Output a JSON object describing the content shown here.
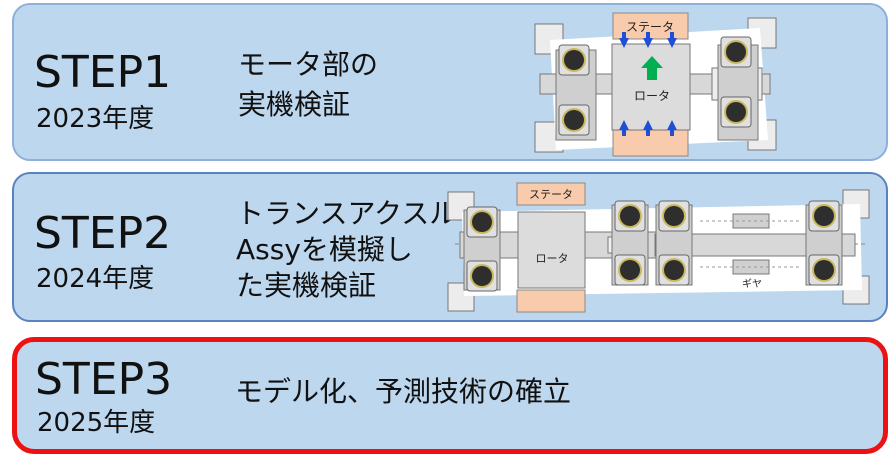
{
  "steps": [
    {
      "title": "STEP1",
      "year": "2023年度",
      "desc_lines": [
        "モータ部の",
        "実機検証"
      ],
      "diagram": {
        "stator_label": "ステータ",
        "rotor_label": "ロータ"
      }
    },
    {
      "title": "STEP2",
      "year": "2024年度",
      "desc_lines": [
        "トランスアクスル",
        "Assyを模擬し",
        "た実機検証"
      ],
      "diagram": {
        "stator_label": "ステータ",
        "rotor_label": "ロータ",
        "gear_label": "ギヤ"
      }
    },
    {
      "title": "STEP3",
      "year": "2025年度",
      "desc_lines": [
        "モデル化、予測技術の確立"
      ]
    }
  ],
  "colors": {
    "panel_fill": "#bdd7ee",
    "panel_border": "#5b82c0",
    "highlight_border": "#ee1111",
    "stator_fill": "#f8cbad",
    "force_arrow": "#1f4fd8",
    "motion_arrow": "#00b050"
  },
  "icons": [
    "force-arrow-icon",
    "motion-arrow-icon",
    "bearing-icon"
  ]
}
